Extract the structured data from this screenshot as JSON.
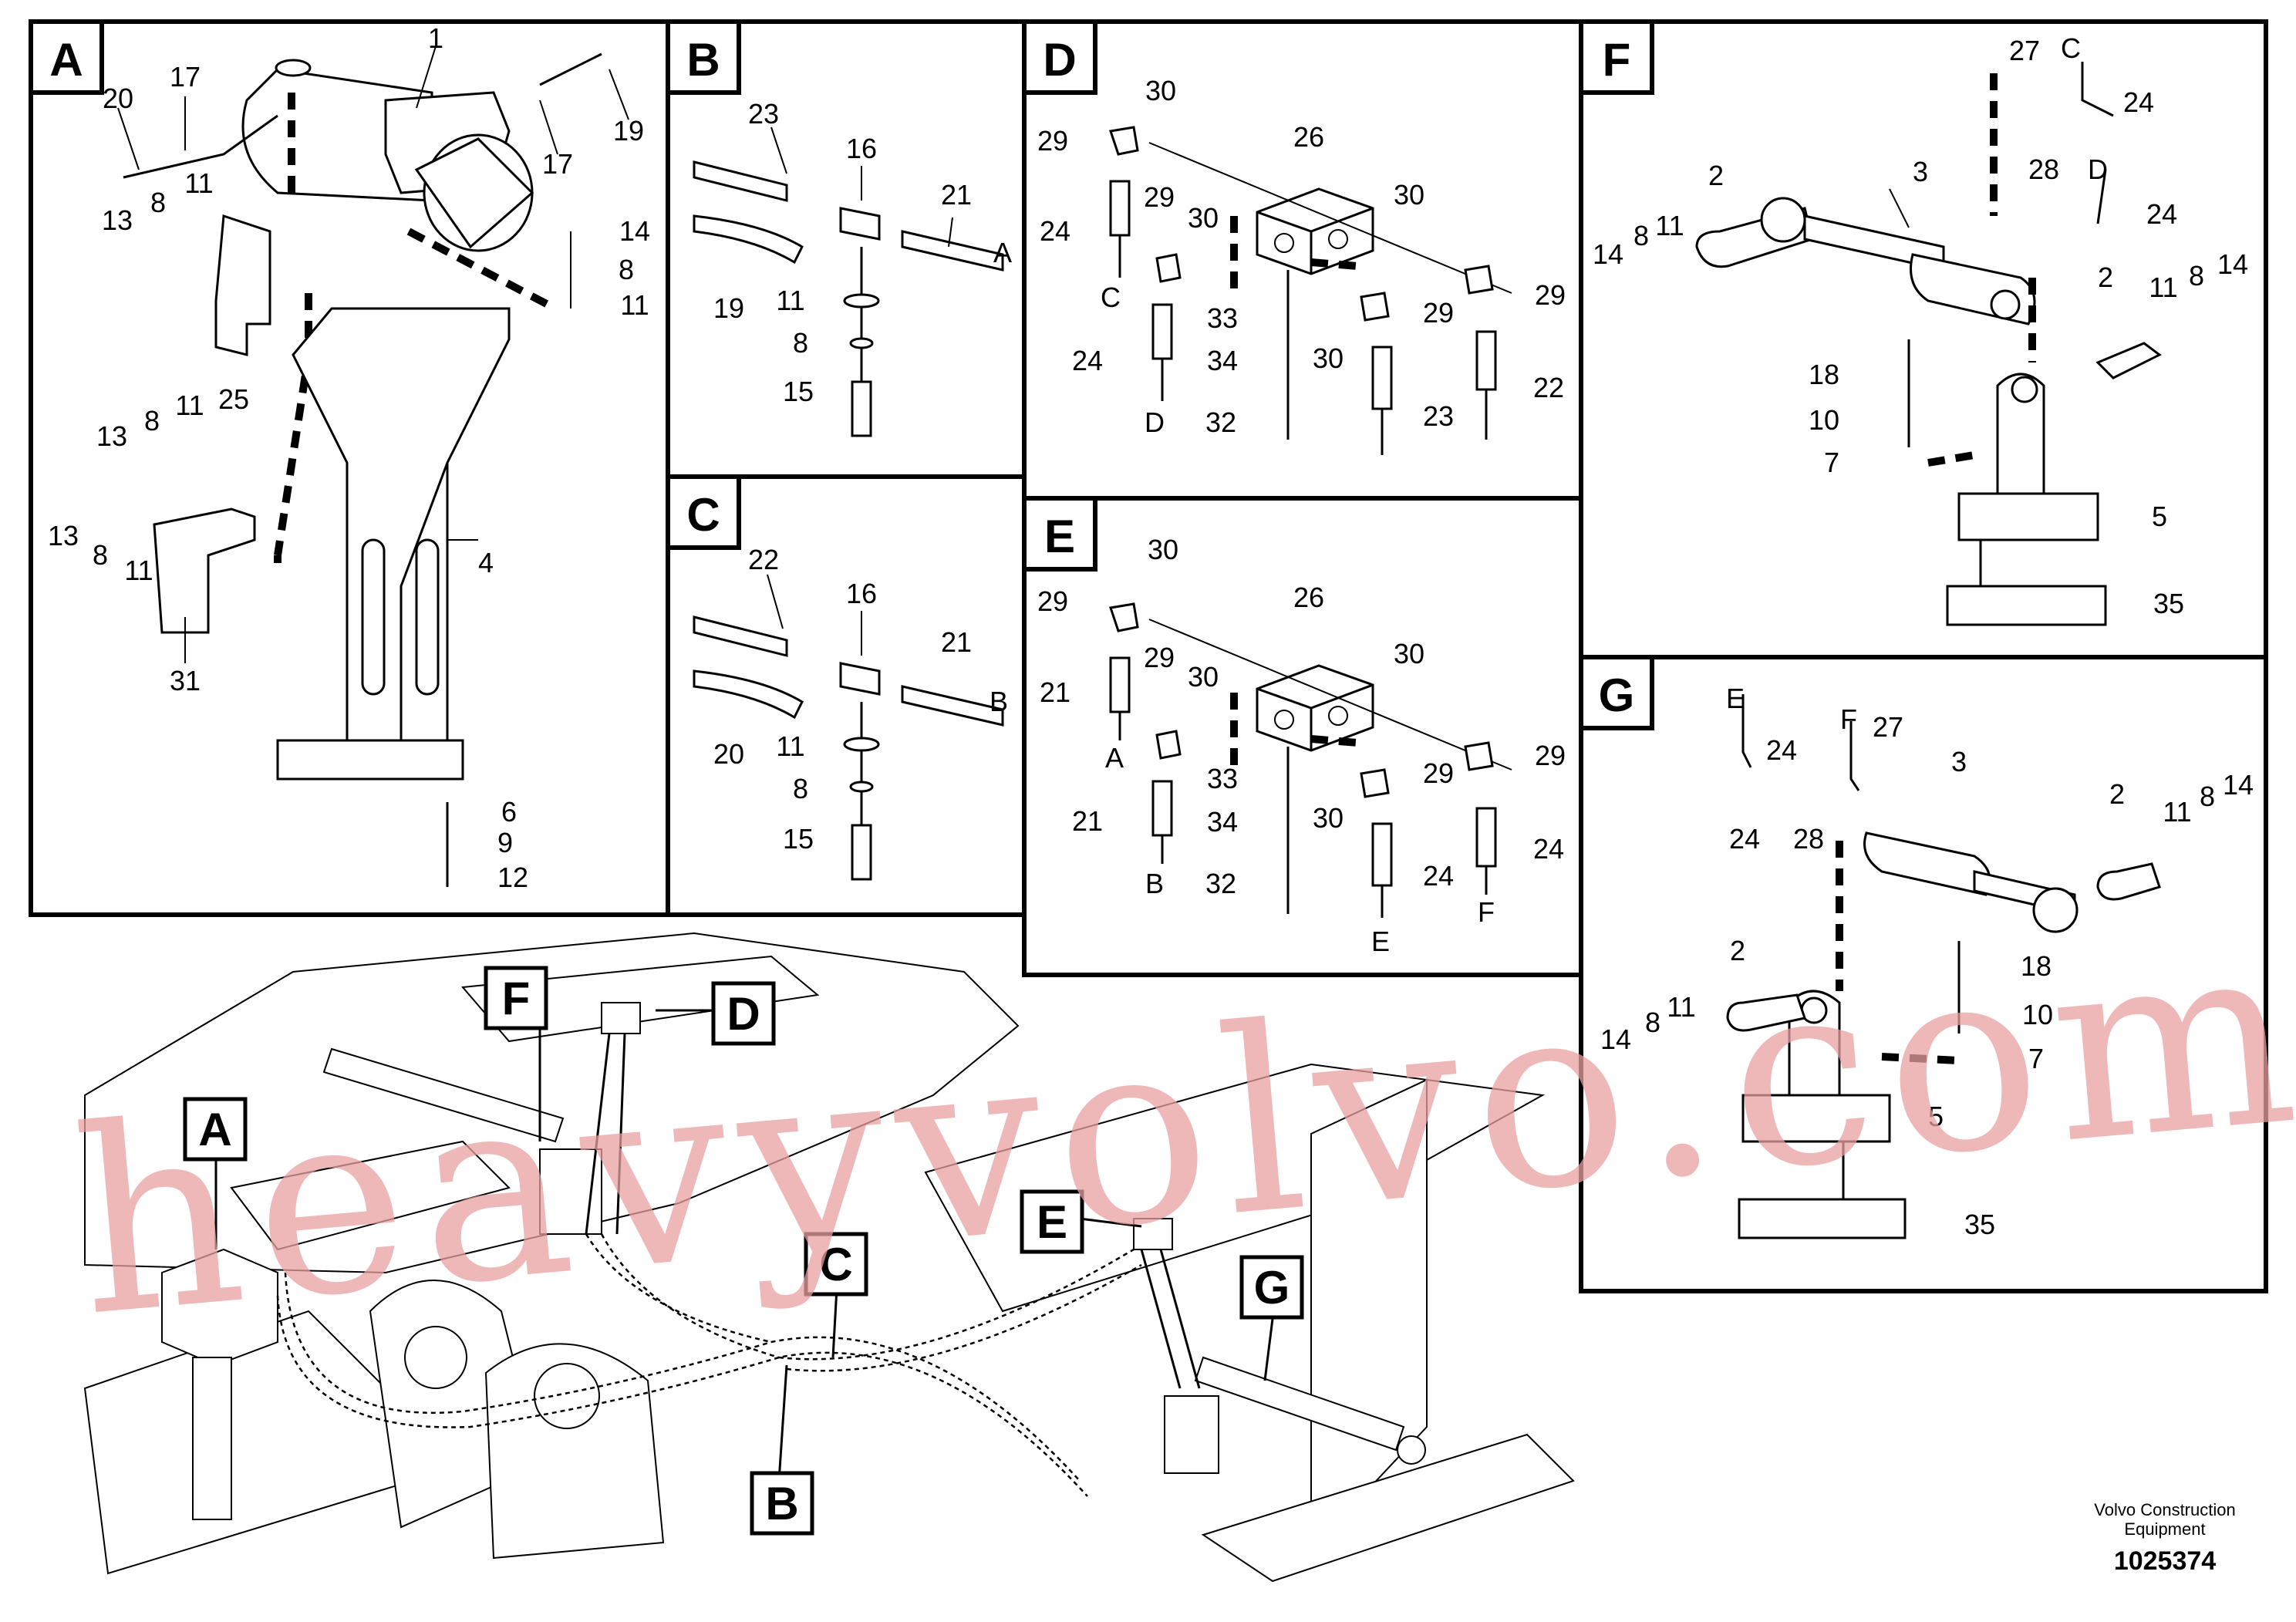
{
  "panels": {
    "A": {
      "tag": "A"
    },
    "B": {
      "tag": "B"
    },
    "C": {
      "tag": "C"
    },
    "D": {
      "tag": "D"
    },
    "E": {
      "tag": "E"
    },
    "F": {
      "tag": "F"
    },
    "G": {
      "tag": "G"
    }
  },
  "callouts": {
    "A": [
      "1",
      "20",
      "17",
      "17",
      "19",
      "13",
      "8",
      "11",
      "14",
      "8",
      "11",
      "13",
      "8",
      "11",
      "25",
      "13",
      "8",
      "11",
      "31",
      "4",
      "6",
      "9",
      "12"
    ],
    "B": [
      "23",
      "16",
      "21",
      "A",
      "19",
      "11",
      "8",
      "15"
    ],
    "C": [
      "22",
      "16",
      "21",
      "B",
      "20",
      "11",
      "8",
      "15"
    ],
    "D": [
      "30",
      "29",
      "26",
      "29",
      "30",
      "30",
      "24",
      "C",
      "33",
      "34",
      "30",
      "29",
      "29",
      "24",
      "D",
      "32",
      "23",
      "22"
    ],
    "E": [
      "30",
      "29",
      "26",
      "29",
      "30",
      "30",
      "21",
      "A",
      "33",
      "34",
      "30",
      "29",
      "29",
      "21",
      "B",
      "32",
      "24",
      "24",
      "E",
      "F"
    ],
    "F": [
      "27",
      "C",
      "24",
      "28",
      "D",
      "24",
      "2",
      "3",
      "14",
      "8",
      "11",
      "2",
      "11",
      "8",
      "14",
      "18",
      "10",
      "7",
      "5",
      "35"
    ],
    "G": [
      "E",
      "F",
      "27",
      "24",
      "3",
      "2",
      "11",
      "8",
      "14",
      "24",
      "28",
      "2",
      "14",
      "8",
      "11",
      "18",
      "10",
      "7",
      "5",
      "35"
    ]
  },
  "overview_tags": [
    "F",
    "D",
    "A",
    "E",
    "C",
    "G",
    "B"
  ],
  "watermark": "heavyvolvo.com",
  "footer": {
    "line1": "Volvo Construction",
    "line2": "Equipment",
    "number": "1025374"
  }
}
